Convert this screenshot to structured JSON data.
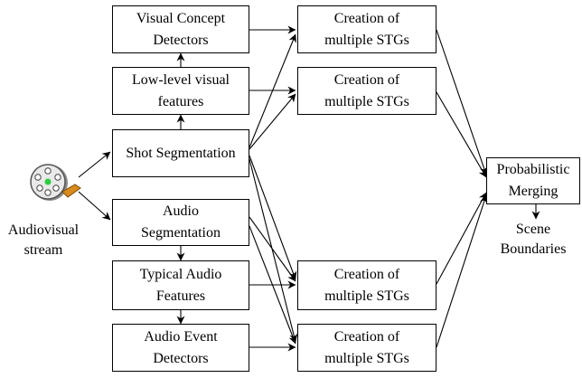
{
  "diagram": {
    "input": {
      "label": "Audiovisual\nstream",
      "icon": "film-reel-icon"
    },
    "visual_chain": {
      "shot_segmentation": "Shot Segmentation",
      "low_level_visual": "Low-level visual\nfeatures",
      "visual_concepts": "Visual Concept\nDetectors"
    },
    "audio_chain": {
      "audio_segmentation": "Audio\nSegmentation",
      "typical_audio": "Typical Audio\nFeatures",
      "audio_events": "Audio Event\nDetectors"
    },
    "stg_boxes": [
      "Creation of\nmultiple   STGs",
      "Creation of\nmultiple   STGs",
      "Creation of\nmultiple   STGs",
      "Creation of\nmultiple   STGs"
    ],
    "merging": "Probabilistic\nMerging",
    "output": "Scene\nBoundaries"
  }
}
